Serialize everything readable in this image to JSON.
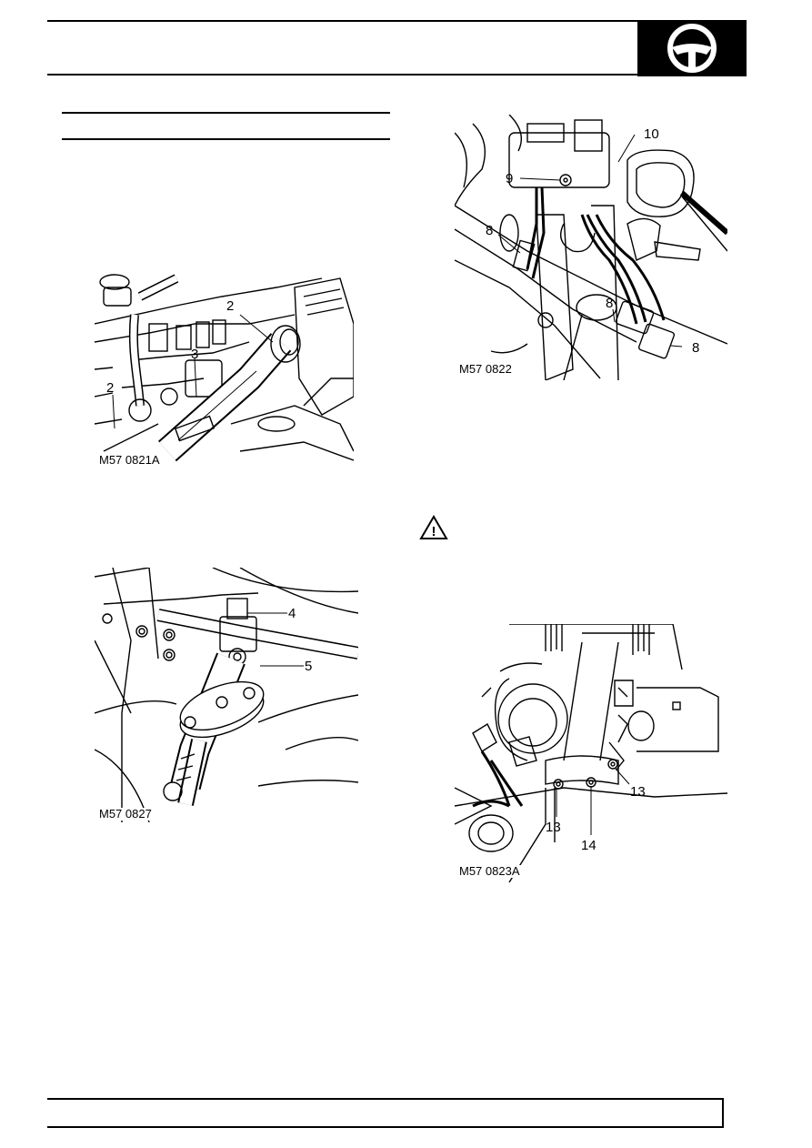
{
  "header": {
    "section_icon": "steering-wheel-icon"
  },
  "figures": [
    {
      "id": "fig1",
      "caption": "M57 0821A",
      "callouts": [
        "2",
        "3",
        "2"
      ]
    },
    {
      "id": "fig2",
      "caption": "M57 0827",
      "callouts": [
        "4",
        "5"
      ]
    },
    {
      "id": "fig3",
      "caption": "M57 0822",
      "callouts": [
        "10",
        "9",
        "8",
        "8",
        "8"
      ]
    },
    {
      "id": "fig4",
      "caption": "M57 0823A",
      "callouts": [
        "13",
        "13",
        "14"
      ]
    }
  ],
  "warning": {
    "icon": "warning-triangle-icon",
    "glyph": "!"
  }
}
